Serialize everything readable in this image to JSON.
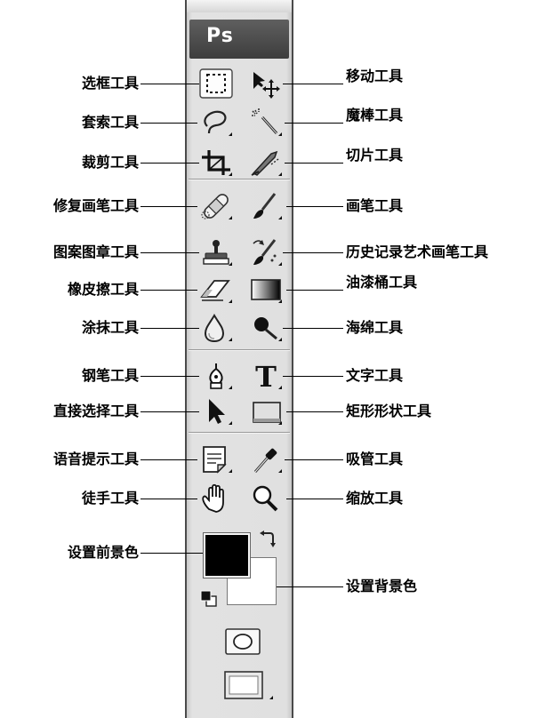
{
  "app": {
    "logo": "Ps"
  },
  "callouts_left": [
    {
      "id": "marquee",
      "label": "选框工具"
    },
    {
      "id": "lasso",
      "label": "套索工具"
    },
    {
      "id": "crop",
      "label": "裁剪工具"
    },
    {
      "id": "healing",
      "label": "修复画笔工具"
    },
    {
      "id": "stamp",
      "label": "图案图章工具"
    },
    {
      "id": "eraser",
      "label": "橡皮擦工具"
    },
    {
      "id": "smudge",
      "label": "涂抹工具"
    },
    {
      "id": "pen",
      "label": "钢笔工具"
    },
    {
      "id": "direct-select",
      "label": "直接选择工具"
    },
    {
      "id": "notes",
      "label": "语音提示工具"
    },
    {
      "id": "hand",
      "label": "徒手工具"
    },
    {
      "id": "foreground",
      "label": "设置前景色"
    }
  ],
  "callouts_right": [
    {
      "id": "move",
      "label": "移动工具"
    },
    {
      "id": "magic-wand",
      "label": "魔棒工具"
    },
    {
      "id": "slice",
      "label": "切片工具"
    },
    {
      "id": "brush",
      "label": "画笔工具"
    },
    {
      "id": "history-brush",
      "label": "历史记录艺术画笔工具"
    },
    {
      "id": "bucket",
      "label": "油漆桶工具"
    },
    {
      "id": "sponge",
      "label": "海绵工具"
    },
    {
      "id": "type",
      "label": "文字工具"
    },
    {
      "id": "shape",
      "label": "矩形形状工具"
    },
    {
      "id": "eyedropper",
      "label": "吸管工具"
    },
    {
      "id": "zoom",
      "label": "缩放工具"
    },
    {
      "id": "background",
      "label": "设置背景色"
    }
  ],
  "icons": {
    "marquee": "rectangular-marquee-icon",
    "move": "move-arrow-icon",
    "lasso": "lasso-icon",
    "magic-wand": "magic-wand-icon",
    "crop": "crop-icon",
    "slice": "slice-knife-icon",
    "healing": "healing-bandage-icon",
    "brush": "paintbrush-icon",
    "stamp": "stamp-icon",
    "history-brush": "art-history-brush-icon",
    "eraser": "eraser-icon",
    "bucket": "gradient-bucket-icon",
    "smudge": "water-drop-icon",
    "sponge": "sponge-icon",
    "pen": "pen-nib-icon",
    "type": "type-t-icon",
    "direct-select": "arrow-pointer-icon",
    "shape": "rectangle-shape-icon",
    "notes": "notes-icon",
    "eyedropper": "eyedropper-icon",
    "hand": "hand-icon",
    "zoom": "magnifier-icon"
  },
  "colors": {
    "foreground": "#000000",
    "background": "#ffffff",
    "header": "#4a4a4a"
  }
}
